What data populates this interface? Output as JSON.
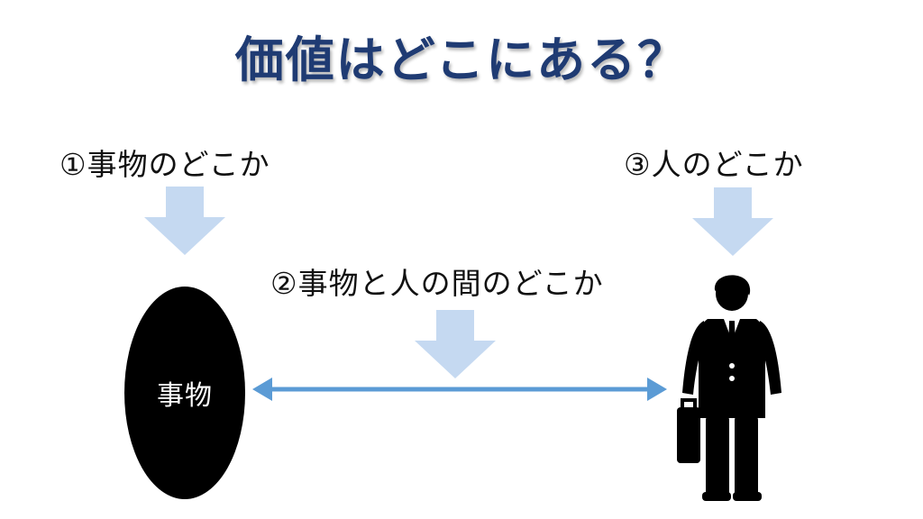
{
  "title": "価値はどこにある？",
  "options": {
    "thing": "①事物のどこか",
    "between": "②事物と人の間のどこか",
    "person": "③人のどこか"
  },
  "thing_label": "事物",
  "icons": {
    "arrow": "down-arrow-icon",
    "connector": "double-headed-arrow",
    "person": "businessman-with-briefcase-icon"
  },
  "colors": {
    "title": "#1f3b73",
    "down_arrow_fill": "#c5d9f1",
    "connector": "#5b9bd5",
    "ellipse": "#000000"
  }
}
